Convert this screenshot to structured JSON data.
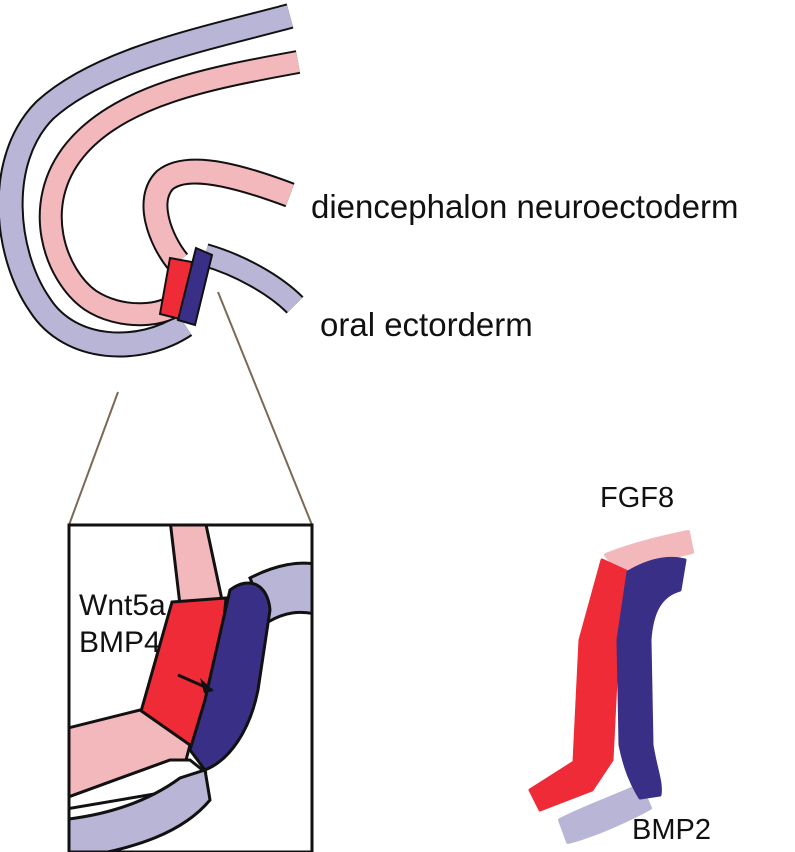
{
  "labels": {
    "diencephalon": "diencephalon neuroectoderm",
    "oral": "oral ectorderm",
    "wnt5a": "Wnt5a",
    "bmp4": "BMP4",
    "fgf8": "FGF8",
    "bmp2": "BMP2"
  },
  "colors": {
    "lavender": "#b8b5d6",
    "pink": "#f2b8bc",
    "red": "#ee2b36",
    "navy": "#3a2f86",
    "outline": "#111111",
    "zoom_line": "#7a6a55"
  },
  "regions": [
    {
      "name": "oral-ectoderm-tissue",
      "color": "lavender"
    },
    {
      "name": "diencephalon-neuroectoderm-tissue",
      "color": "pink"
    },
    {
      "name": "wnt5a-bmp4-domain",
      "color": "red"
    },
    {
      "name": "oral-ectoderm-signaling-domain",
      "color": "navy"
    },
    {
      "name": "fgf8-domain",
      "color": "pink"
    },
    {
      "name": "bmp2-domain",
      "color": "lavender"
    }
  ]
}
